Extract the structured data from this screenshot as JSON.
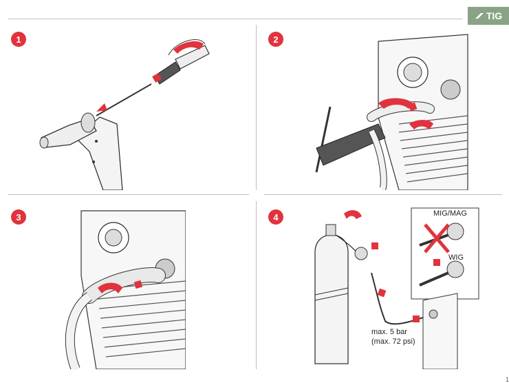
{
  "header": {
    "section_tag": "TIG",
    "section_icon": "torch-icon"
  },
  "steps": [
    {
      "number": "1"
    },
    {
      "number": "2"
    },
    {
      "number": "3"
    },
    {
      "number": "4"
    }
  ],
  "step4": {
    "mig_label": "MIG/MAG",
    "wig_label": "WIG",
    "pressure_bar": "max. 5 bar",
    "pressure_psi": "(max. 72 psi)"
  },
  "colors": {
    "accent_red": "#e1333d",
    "tag_green": "#8aa386"
  },
  "page_number": "1"
}
